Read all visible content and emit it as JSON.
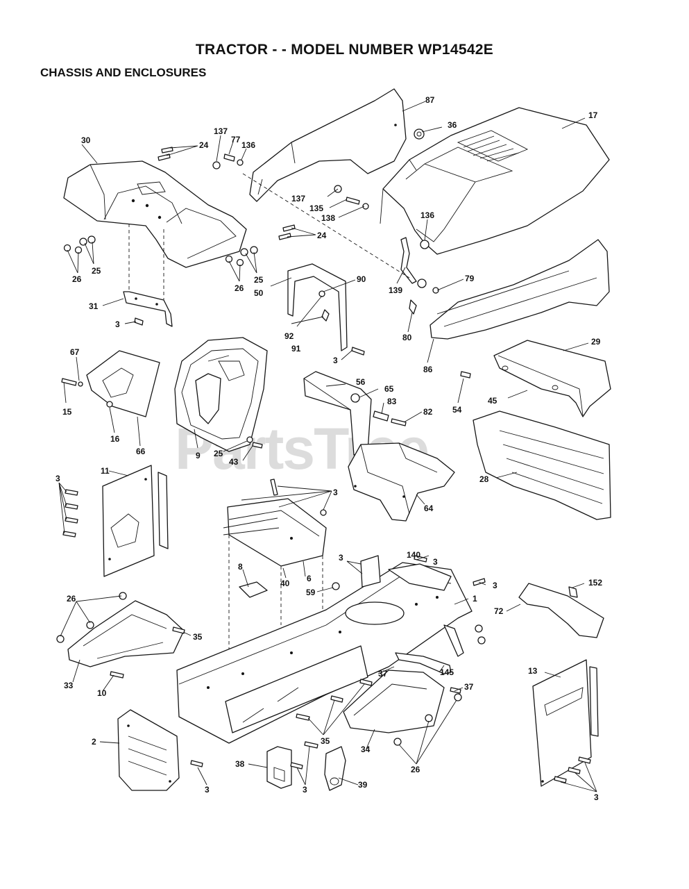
{
  "header": {
    "title": "TRACTOR - - MODEL NUMBER WP14542E",
    "section": "CHASSIS AND ENCLOSURES"
  },
  "watermark": {
    "text": "PartsTree",
    "tm": "TM"
  },
  "callouts": [
    "87",
    "36",
    "17",
    "137",
    "77",
    "136",
    "30",
    "24",
    "137",
    "135",
    "138",
    "24",
    "136",
    "26",
    "25",
    "26",
    "25",
    "90",
    "50",
    "79",
    "31",
    "3",
    "139",
    "92",
    "91",
    "80",
    "3",
    "86",
    "29",
    "67",
    "56",
    "65",
    "15",
    "16",
    "83",
    "82",
    "54",
    "45",
    "66",
    "9",
    "25",
    "43",
    "11",
    "3",
    "28",
    "64",
    "3",
    "140",
    "3",
    "3",
    "8",
    "40",
    "6",
    "59",
    "1",
    "3",
    "152",
    "72",
    "26",
    "35",
    "33",
    "10",
    "37",
    "145",
    "37",
    "13",
    "2",
    "35",
    "34",
    "38",
    "3",
    "39",
    "26",
    "3",
    "3"
  ]
}
